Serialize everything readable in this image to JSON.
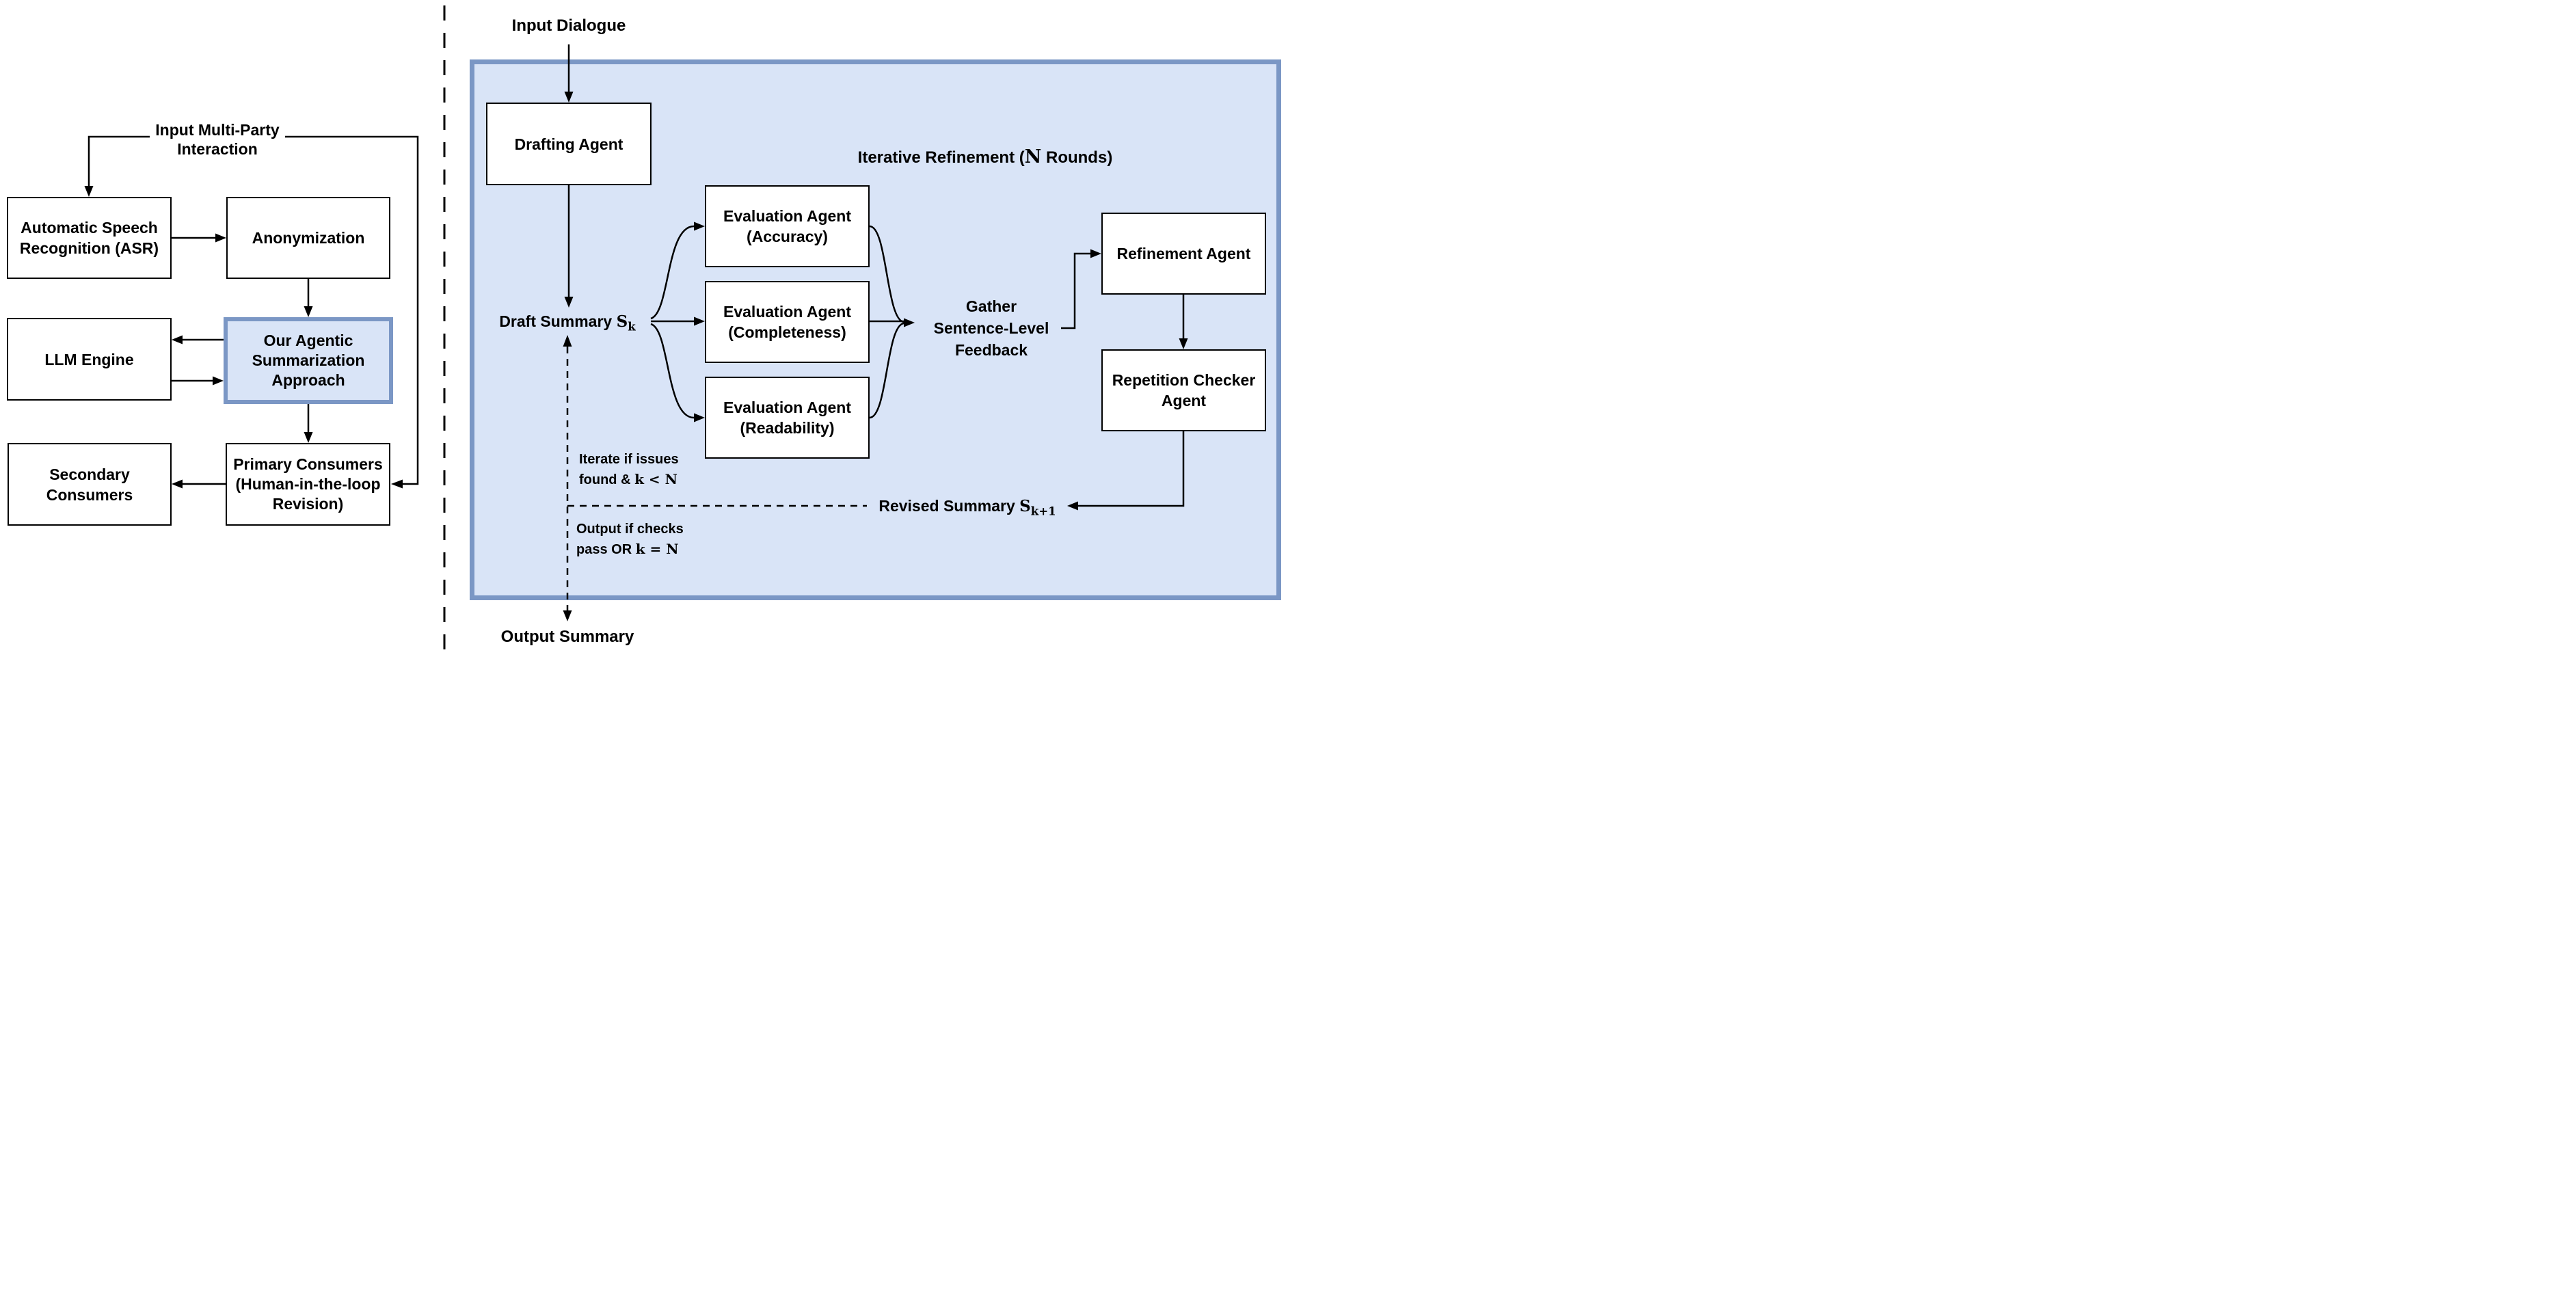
{
  "diagram": {
    "left": {
      "input_label": {
        "line1": "Input Multi-Party",
        "line2": "Interaction"
      },
      "asr": {
        "line1": "Automatic Speech",
        "line2": "Recognition (ASR)"
      },
      "anonymization": {
        "label": "Anonymization"
      },
      "llm": {
        "label": "LLM Engine"
      },
      "agentic": {
        "line1": "Our Agentic",
        "line2": "Summarization",
        "line3": "Approach"
      },
      "secondary": {
        "line1": "Secondary",
        "line2": "Consumers"
      },
      "primary": {
        "line1": "Primary Consumers",
        "line2": "(Human-in-the-loop",
        "line3": "Revision)"
      }
    },
    "right": {
      "input_dialogue": "Input Dialogue",
      "drafting": "Drafting Agent",
      "title": {
        "pre": "Iterative Refinement (",
        "n": "N",
        "post": " Rounds)"
      },
      "draft_summary": {
        "pre": "Draft Summary ",
        "s": "S",
        "sub": "k"
      },
      "eval_accuracy": {
        "line1": "Evaluation Agent",
        "line2": "(Accuracy)"
      },
      "eval_completeness": {
        "line1": "Evaluation Agent",
        "line2": "(Completeness)"
      },
      "eval_readability": {
        "line1": "Evaluation Agent",
        "line2": "(Readability)"
      },
      "gather": {
        "line1": "Gather",
        "line2": "Sentence-Level",
        "line3": "Feedback"
      },
      "refinement": "Refinement Agent",
      "repetition": {
        "line1": "Repetition Checker",
        "line2": "Agent"
      },
      "revised": {
        "pre": "Revised Summary ",
        "s": "S",
        "sub": "k+1"
      },
      "iterate_note": {
        "line1": "Iterate if issues",
        "line2_pre": "found & ",
        "line2_math": "k < N"
      },
      "output_note": {
        "line1": "Output if checks",
        "line2_pre": "pass OR ",
        "line2_math": "k = N"
      },
      "output_summary": "Output Summary"
    },
    "colors": {
      "panel_fill": "#d9e4f7",
      "panel_border": "#7b97c5",
      "box_fill": "#ffffff",
      "box_border": "#000000",
      "text": "#000000"
    }
  }
}
